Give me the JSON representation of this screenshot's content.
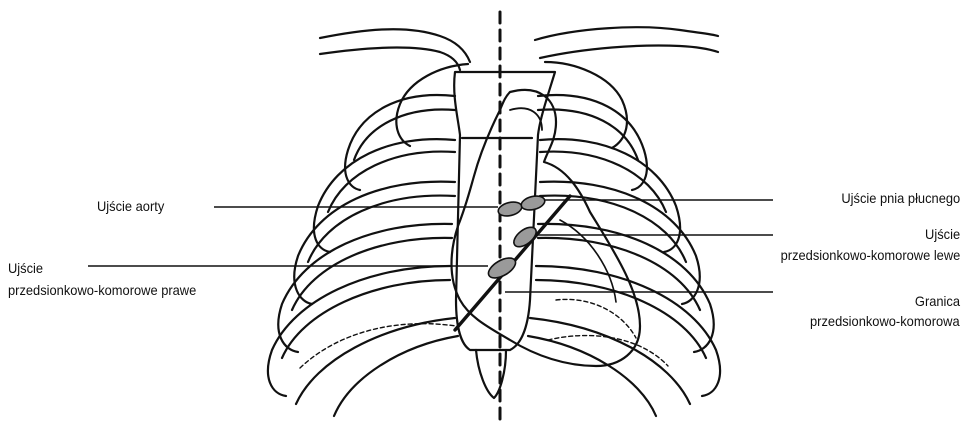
{
  "labels": {
    "aortic_orifice": "Ujście aorty",
    "pulmonary_orifice": "Ujście pnia płucnego",
    "left_av_orifice_line1": "Ujście",
    "left_av_orifice_line2": "przedsionkowo-komorowe lewe",
    "right_av_orifice_line1": "Ujście",
    "right_av_orifice_line2": "przedsionkowo-komorowe prawe",
    "av_boundary_line1": "Granica",
    "av_boundary_line2": "przedsionkowo-komorowa"
  },
  "colors": {
    "ink": "#111111",
    "valve_fill": "#9a9a9a",
    "background": "#ffffff"
  }
}
